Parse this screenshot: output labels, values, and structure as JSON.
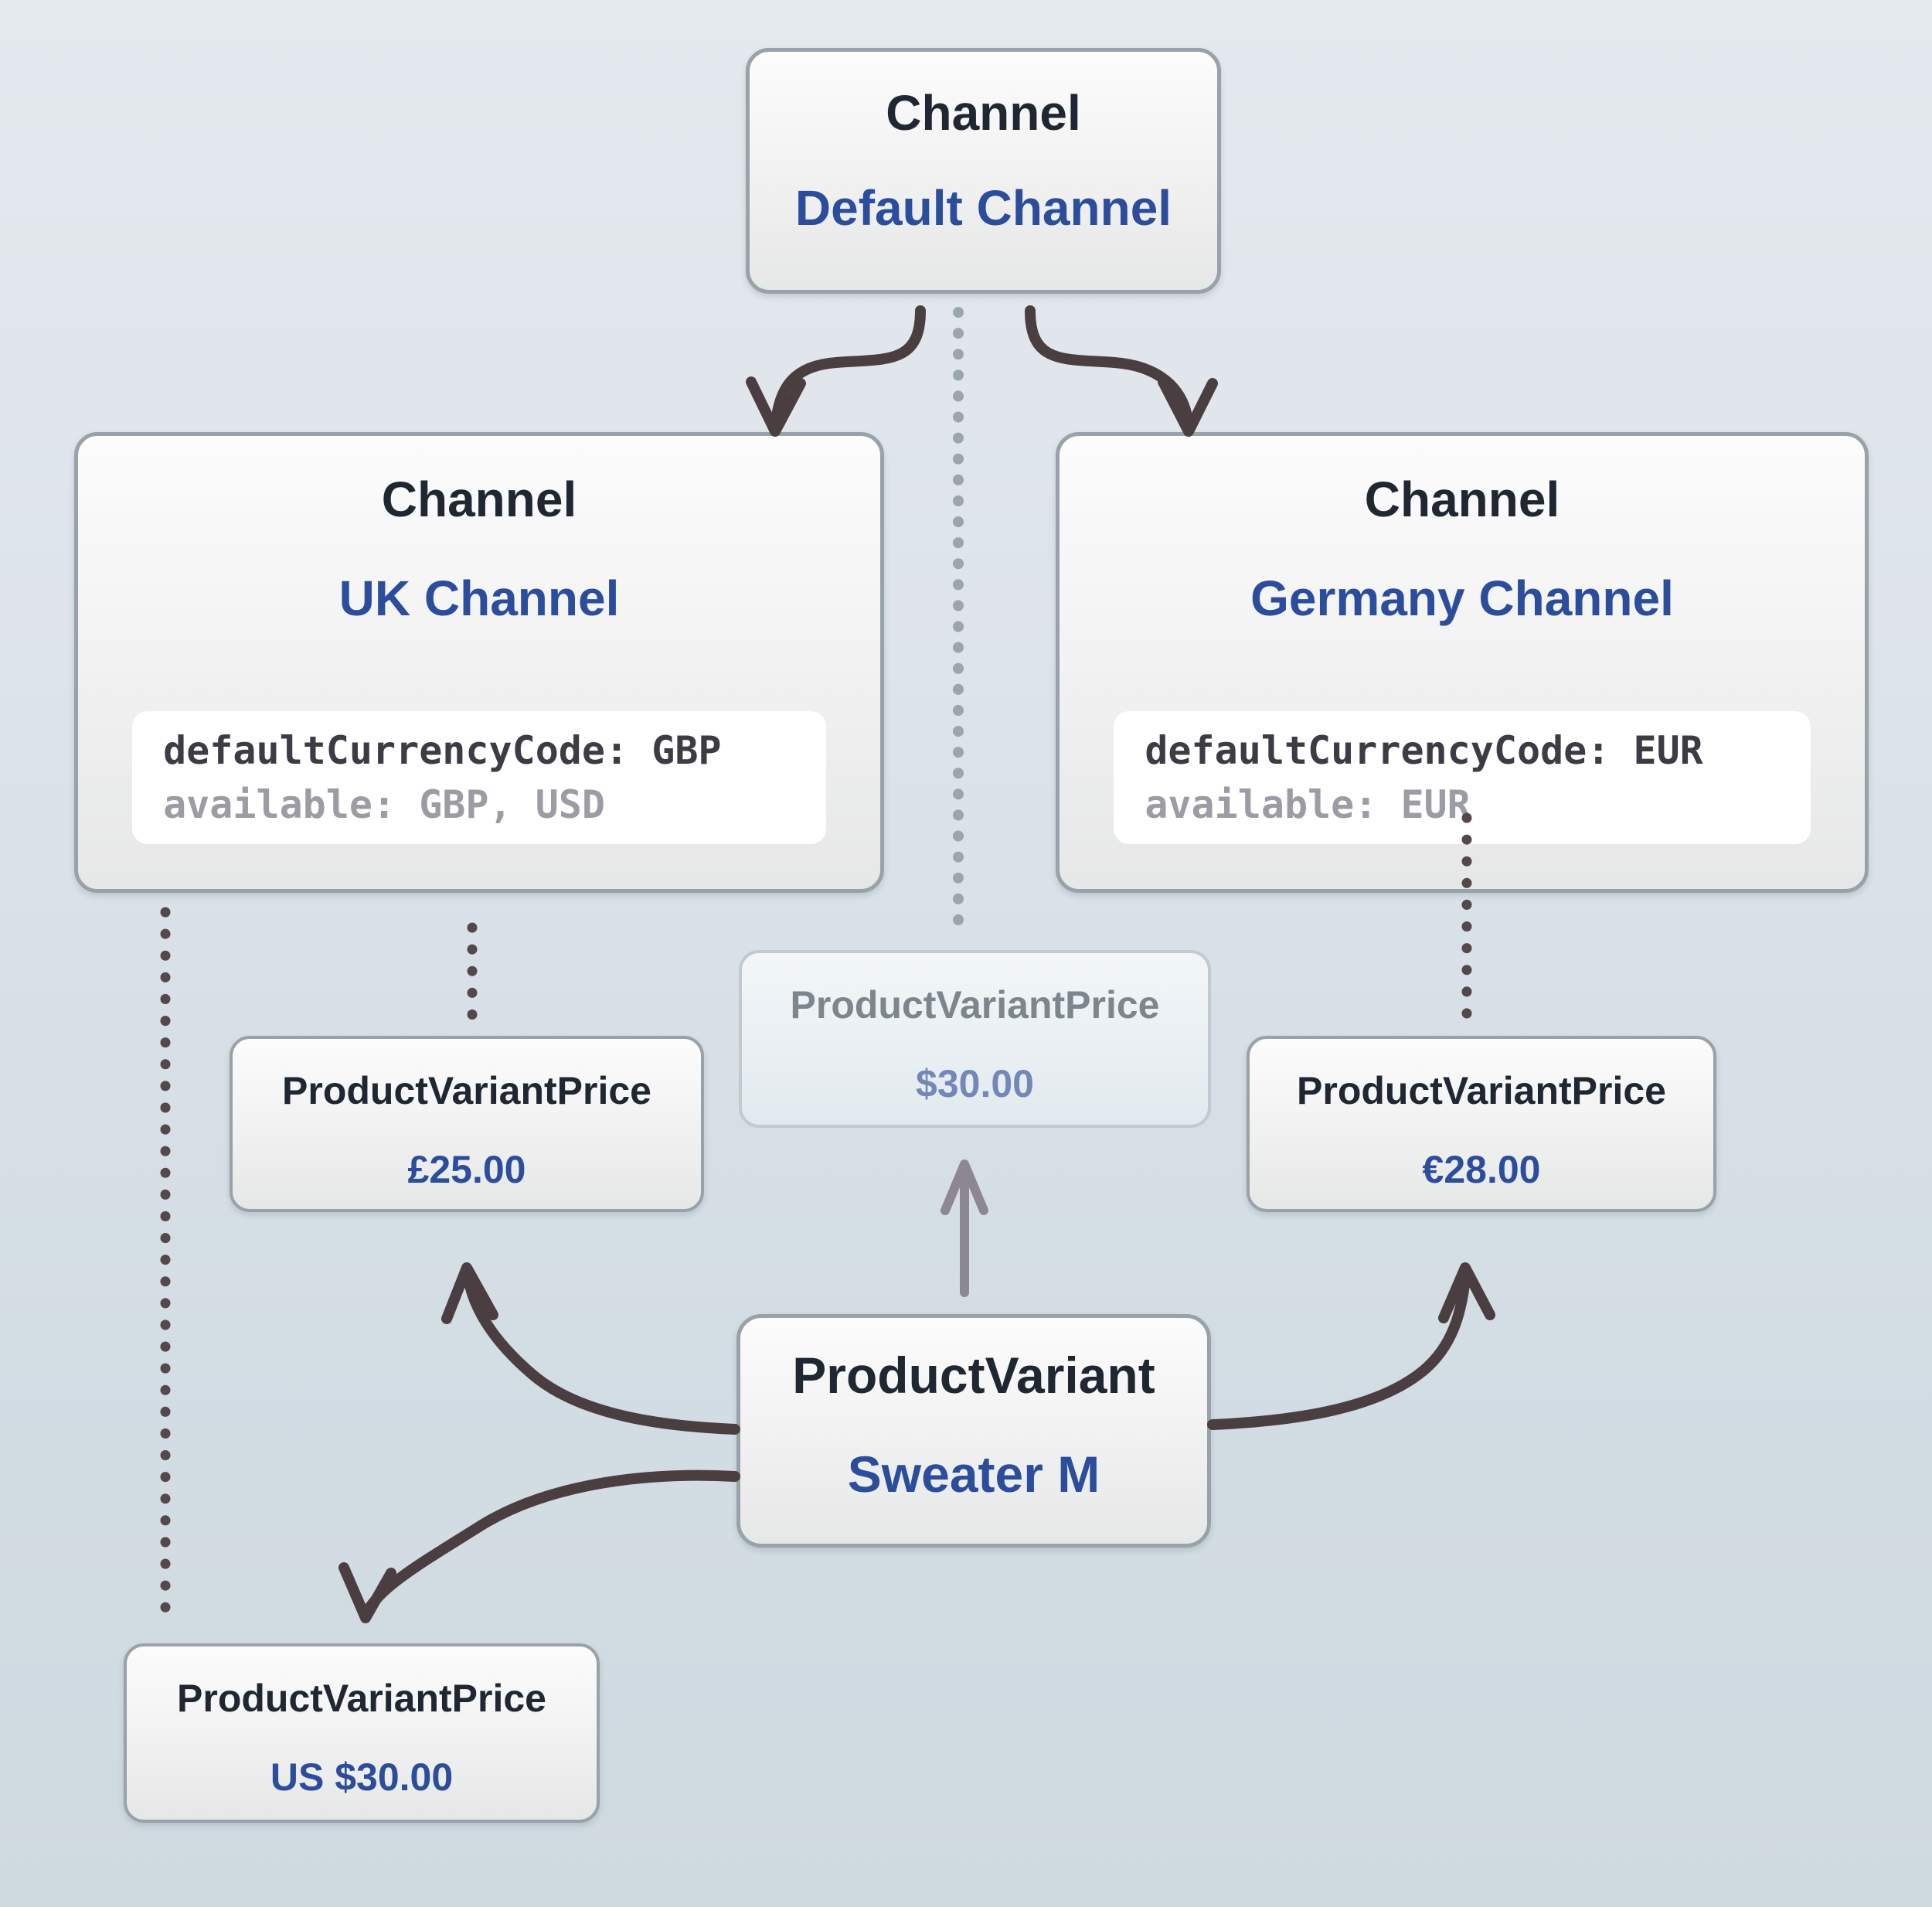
{
  "diagram_title": "Channel price resolution diagram",
  "nodes": {
    "default_channel": {
      "type_label": "Channel",
      "name": "Default Channel"
    },
    "uk_channel": {
      "type_label": "Channel",
      "name": "UK Channel",
      "code_default": "defaultCurrencyCode: GBP",
      "code_available": "available: GBP, USD"
    },
    "germany_channel": {
      "type_label": "Channel",
      "name": "Germany Channel",
      "code_default": "defaultCurrencyCode: EUR",
      "code_available": "available: EUR"
    },
    "default_price": {
      "type_label": "ProductVariantPrice",
      "value": "$30.00"
    },
    "gbp_price": {
      "type_label": "ProductVariantPrice",
      "value": "£25.00"
    },
    "eur_price": {
      "type_label": "ProductVariantPrice",
      "value": "€28.00"
    },
    "usd_price": {
      "type_label": "ProductVariantPrice",
      "value": "US $30.00"
    },
    "product_variant": {
      "type_label": "ProductVariant",
      "name": "Sweater M"
    }
  },
  "colors": {
    "background_top": "#e4e9ee",
    "background_bottom": "#cfd9e0",
    "box_border": "#98a2a8",
    "title_text": "#1f2733",
    "accent_blue": "#2b4d9c",
    "code_text": "#3c3c44",
    "code_muted": "#9c9da4",
    "arrow_dark": "#4b3e41",
    "arrow_gray": "#8d8693",
    "dot_light": "#9aa5ac",
    "dot_dark": "#55484b",
    "faded_title": "#7d858d",
    "faded_value": "#7488b8"
  }
}
